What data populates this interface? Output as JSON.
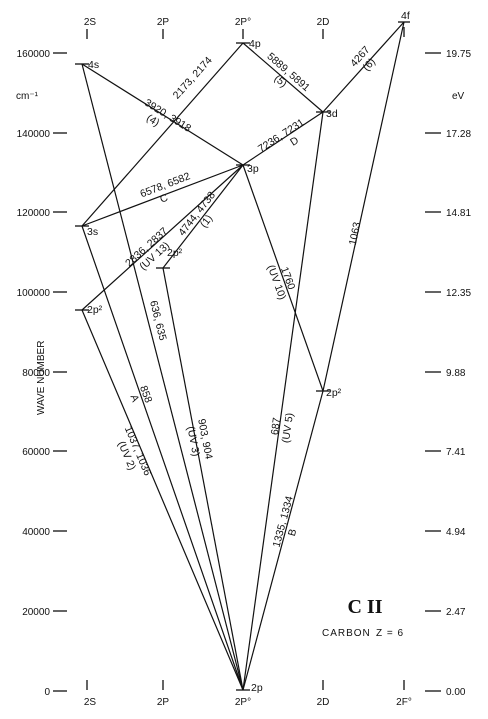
{
  "terms": [
    {
      "id": "S",
      "label": "2S"
    },
    {
      "id": "P",
      "label": "2P"
    },
    {
      "id": "Po",
      "label": "2P°"
    },
    {
      "id": "D",
      "label": "2D"
    },
    {
      "id": "F",
      "label": "2F°"
    }
  ],
  "left_axis": {
    "unit": "cm⁻¹",
    "label": "WAVE NUMBER",
    "ticks": [
      "160000",
      "140000",
      "120000",
      "100000",
      "80000",
      "60000",
      "40000",
      "20000",
      "0"
    ]
  },
  "right_axis": {
    "unit": "eV",
    "ticks": [
      "19.75",
      "17.28",
      "14.81",
      "12.35",
      "9.88",
      "7.41",
      "4.94",
      "2.47",
      "0.00"
    ]
  },
  "levels": {
    "4f": "4f",
    "4p": "4p",
    "4s": "4s",
    "3d": "3d",
    "3p": "3p",
    "3s": "3s",
    "2p2_P": "2p²",
    "2p2_S": "2p²",
    "2p2_D": "2p²",
    "2p": "2p"
  },
  "transitions": {
    "t1": {
      "line1": "2173, 2174"
    },
    "t2": {
      "line1": "5889, 5891",
      "line2": "(5)"
    },
    "t3": {
      "line1": "4267",
      "line2": "(6)"
    },
    "t4": {
      "line1": "3920, 3918",
      "line2": "(4)"
    },
    "t5": {
      "line1": "7236, 7231",
      "line2": "D"
    },
    "t6": {
      "line1": "6578, 6582",
      "line2": "C"
    },
    "t7": {
      "line1": "4744, 4738",
      "line2": "(1)"
    },
    "t8": {
      "line1": "2836, 2837",
      "line2": "(UV 13)"
    },
    "t9": {
      "line1": "1063"
    },
    "t10": {
      "line1": "1760",
      "line2": "(UV 10)"
    },
    "t11": {
      "line1": "636, 635"
    },
    "t12": {
      "line1": "858",
      "line2": "A"
    },
    "t13": {
      "line1": "1037, 1036",
      "line2": "(UV 2)"
    },
    "t14": {
      "line1": "903, 904",
      "line2": "(UV 3)"
    },
    "t15": {
      "line1": "687",
      "line2": "(UV 5)"
    },
    "t16": {
      "line1": "1335, 1334",
      "line2": "B"
    }
  },
  "title": {
    "ion": "C II",
    "element": "CARBON",
    "z": "Z = 6"
  }
}
